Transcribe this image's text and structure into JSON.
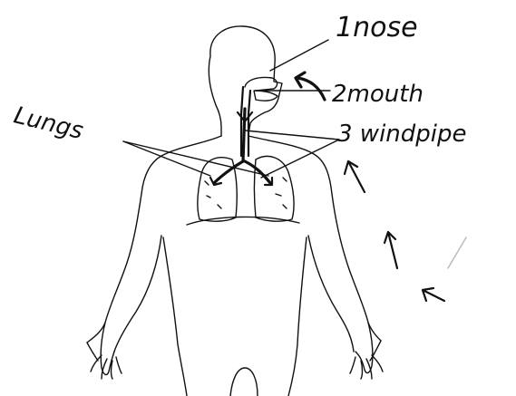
{
  "labels": {
    "nose": "1nose",
    "mouth": "2mouth",
    "windpipe": "3 windpipe",
    "lungs": "Lungs"
  },
  "colors": {
    "ink": "#111111",
    "paper": "#ffffff"
  }
}
